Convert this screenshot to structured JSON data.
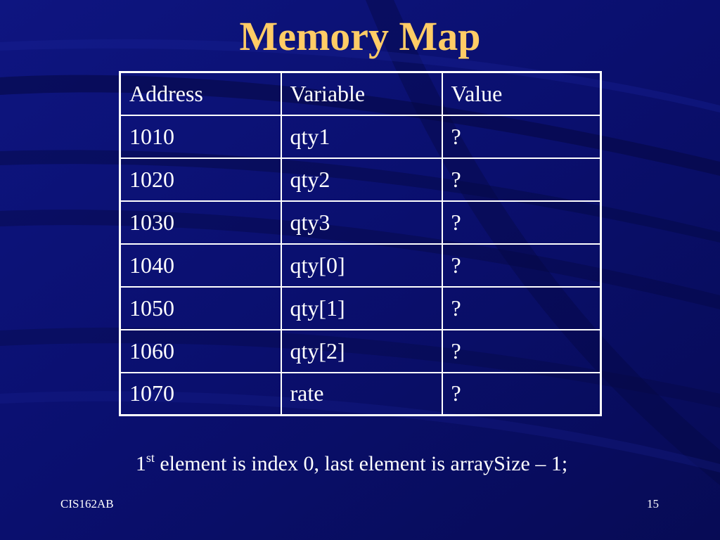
{
  "slide": {
    "title": "Memory Map",
    "table": {
      "headers": [
        "Address",
        "Variable",
        "Value"
      ],
      "rows": [
        [
          "1010",
          "qty1",
          "?"
        ],
        [
          "1020",
          "qty2",
          "?"
        ],
        [
          "1030",
          "qty3",
          "?"
        ],
        [
          "1040",
          "qty[0]",
          "?"
        ],
        [
          "1050",
          "qty[1]",
          "?"
        ],
        [
          "1060",
          "qty[2]",
          "?"
        ],
        [
          "1070",
          "rate",
          "?"
        ]
      ]
    },
    "note": {
      "ordinal_number": "1",
      "ordinal_suffix": "st",
      "text": " element is index 0, last element is arraySize – 1;"
    },
    "footer": {
      "course": "CIS162AB",
      "page_number": "15"
    }
  },
  "colors": {
    "background": "#0a0f6a",
    "title": "#ffcc66",
    "text": "#ffffff"
  }
}
